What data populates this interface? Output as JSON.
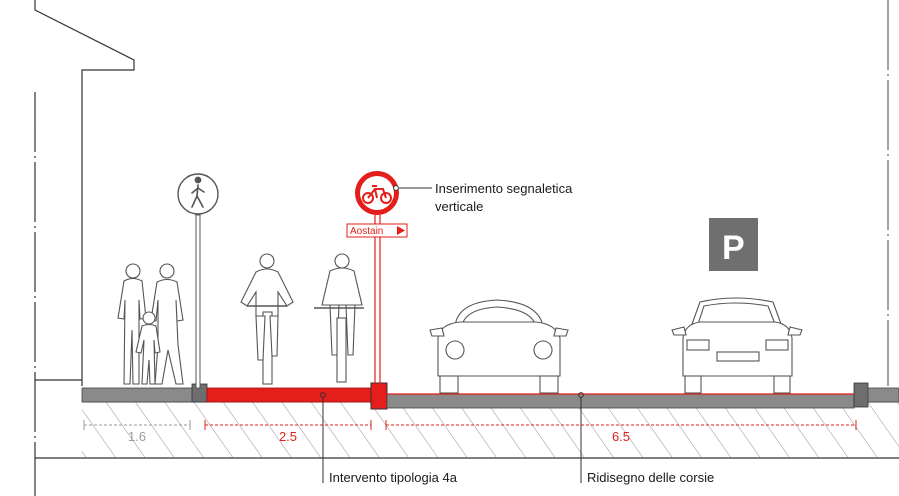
{
  "colors": {
    "cycle_lane": "#e41e1a",
    "road": "#8a8a8a",
    "kerb": "#6e6e6e",
    "line": "#333333",
    "dimension_red": "#e0201c",
    "dimension_grey": "#9a9a9a",
    "parking_sign": "#6f6f6f"
  },
  "labels": {
    "signage": [
      "Inserimento segnaletica",
      "verticale"
    ],
    "cycle_intervention": "Intervento tipologia 4a",
    "lane_redesign": "Ridisegno delle corsie"
  },
  "dimensions": {
    "sidewalk": "1.6",
    "cycle_lane": "2.5",
    "carriageway": "6.5"
  },
  "signs": {
    "bike_plate": "Aostain",
    "parking": "P",
    "pedestrian_icon": "pedestrian-icon",
    "bicycle_icon": "bicycle-icon"
  }
}
